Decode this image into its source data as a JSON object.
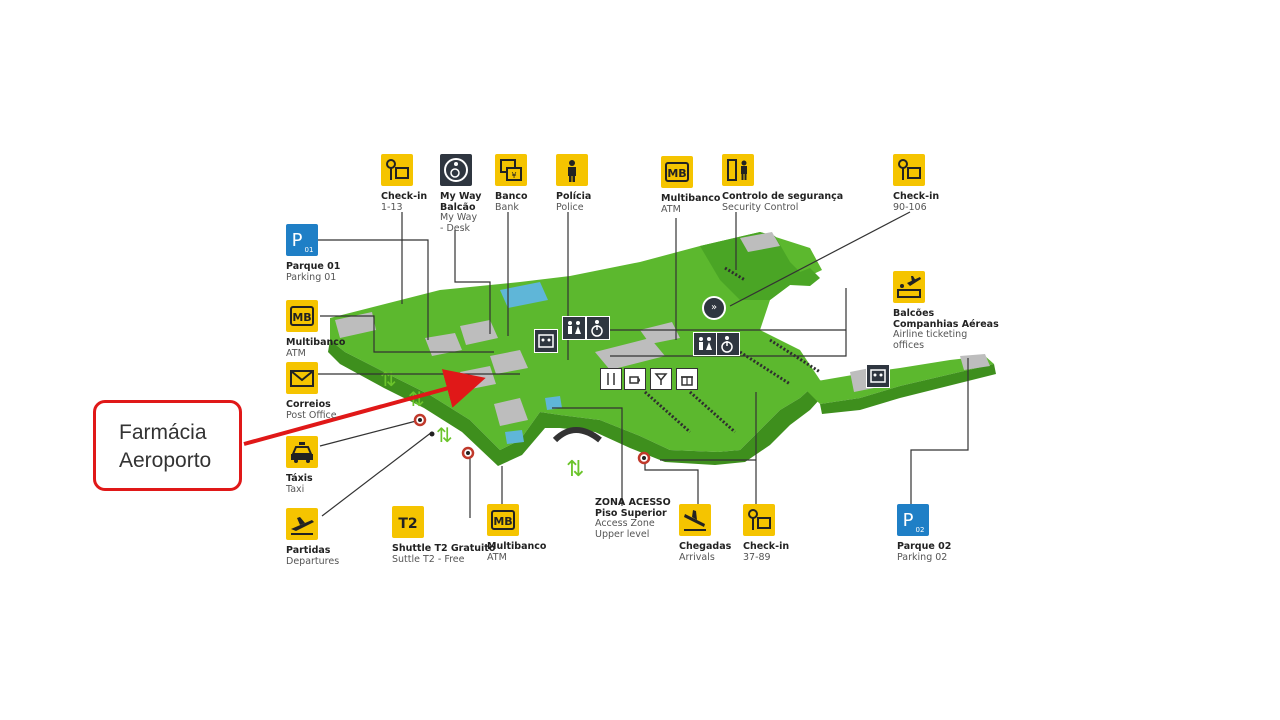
{
  "callout": {
    "line1": "Farmácia",
    "line2": "Aeroporto"
  },
  "pois": {
    "checkin_1_13": {
      "title": "Check-in",
      "sub": "1-13"
    },
    "my_way": {
      "title1": "My Way",
      "title2": "Balcão",
      "sub1": "My Way",
      "sub2": "- Desk"
    },
    "banco": {
      "title": "Banco",
      "sub": "Bank"
    },
    "policia": {
      "title": "Polícia",
      "sub": "Police"
    },
    "multibanco_top": {
      "title": "Multibanco",
      "sub": "ATM"
    },
    "controlo": {
      "title": "Controlo de segurança",
      "sub": "Security Control"
    },
    "checkin_90_106": {
      "title": "Check-in",
      "sub": "90-106"
    },
    "parque01": {
      "title": "Parque 01",
      "sub": "Parking 01",
      "badge": "01"
    },
    "multibanco_left": {
      "title": "Multibanco",
      "sub": "ATM"
    },
    "correios": {
      "title": "Correios",
      "sub": "Post Office"
    },
    "taxis": {
      "title": "Táxis",
      "sub": "Taxi"
    },
    "partidas": {
      "title": "Partidas",
      "sub": "Departures"
    },
    "shuttle": {
      "title": "Shuttle T2 Gratuito",
      "sub": "Suttle T2 - Free",
      "badge": "T2"
    },
    "multibanco_bottom": {
      "title": "Multibanco",
      "sub": "ATM"
    },
    "zona": {
      "title1": "ZONA ACESSO",
      "title2": "Piso Superior",
      "sub1": "Access Zone",
      "sub2": "Upper level"
    },
    "chegadas": {
      "title": "Chegadas",
      "sub": "Arrivals"
    },
    "checkin_37_89": {
      "title": "Check-in",
      "sub": "37-89"
    },
    "parque02": {
      "title": "Parque 02",
      "sub": "Parking 02",
      "badge": "02"
    },
    "balcoes": {
      "title1": "Balcões",
      "title2": "Companhias Aéreas",
      "sub1": "Airline ticketing",
      "sub2": "offices"
    }
  },
  "icon_text": {
    "mb": "MB",
    "p": "P"
  },
  "colors": {
    "green": "#5cb82e",
    "green_dark": "#3e8f1d",
    "yellow": "#f5c400",
    "blue": "#1f7fc6",
    "dark": "#2f3640",
    "callout_red": "#e01818"
  }
}
